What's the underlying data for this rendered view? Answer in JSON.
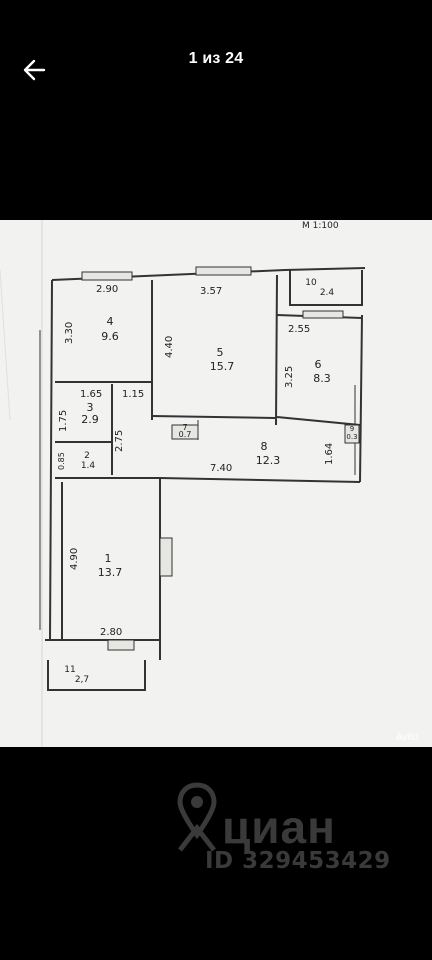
{
  "header": {
    "counter": "1 из 24",
    "back_icon": "arrow-left-icon"
  },
  "photo": {
    "scale": "М 1:100",
    "avito": "Avito",
    "rooms": [
      {
        "number": "1",
        "area": "13.7"
      },
      {
        "number": "2",
        "area": "1.4"
      },
      {
        "number": "3",
        "area": "2.9"
      },
      {
        "number": "4",
        "area": "9.6"
      },
      {
        "number": "5",
        "area": "15.7"
      },
      {
        "number": "6",
        "area": "8.3"
      },
      {
        "number": "7",
        "area": "0.7"
      },
      {
        "number": "8",
        "area": "12.3"
      },
      {
        "number": "9",
        "area": "0.3"
      },
      {
        "number": "10",
        "area": "2.4"
      },
      {
        "number": "11",
        "area": "2,7"
      }
    ],
    "dimensions": [
      "2.90",
      "3.57",
      "2.55",
      "3.30",
      "4.40",
      "3.25",
      "1.65",
      "1.15",
      "1.75",
      "2.75",
      "0.85",
      "1.64",
      "7.40",
      "4.90",
      "2.80"
    ]
  },
  "watermark": {
    "brand": "циан",
    "id": "ID 329453429",
    "icon": "location-pin-icon"
  },
  "colors": {
    "background": "#000000",
    "paper": "#f2f2f0",
    "watermark": "#3a3a3a"
  }
}
